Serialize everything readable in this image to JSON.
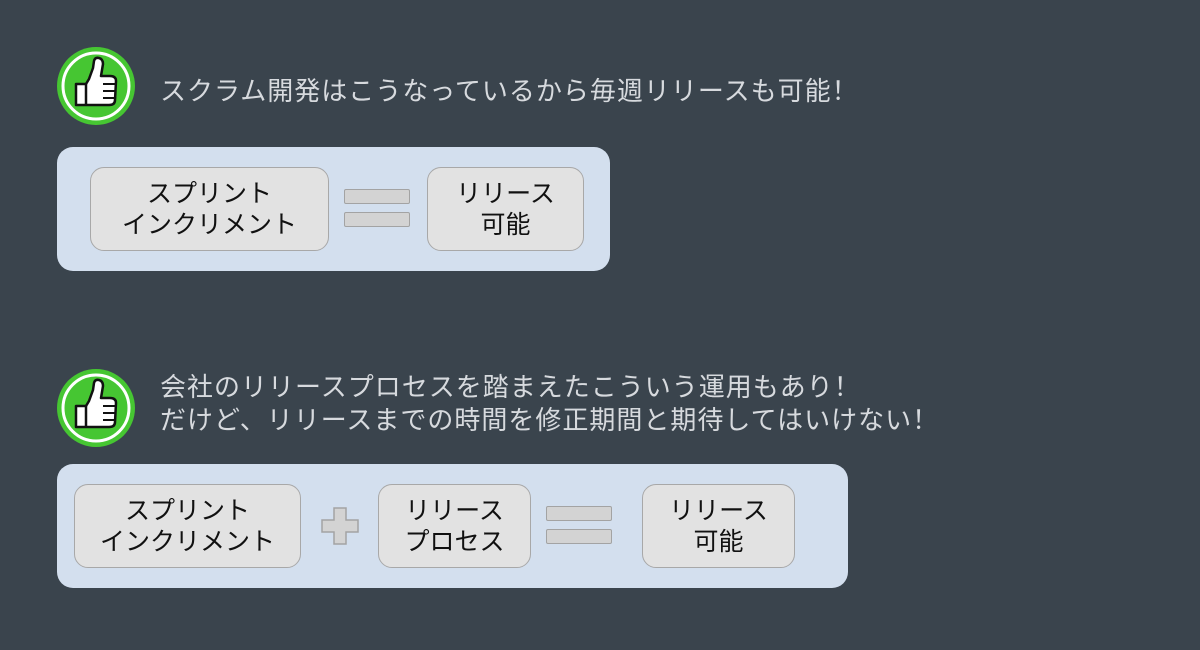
{
  "colors": {
    "background": "#3a444d",
    "panel": "#d3dfee",
    "box": "#e2e2e2",
    "icon_green": "#46c632",
    "text_light": "#d7dade"
  },
  "section1": {
    "icon": "thumbs-up-icon",
    "headline": "スクラム開発はこうなっているから毎週リリースも可能！",
    "left_box": [
      "スプリント",
      "インクリメント"
    ],
    "operator": "equals",
    "right_box": [
      "リリース",
      "可能"
    ]
  },
  "section2": {
    "icon": "thumbs-up-icon",
    "headline_lines": [
      "会社のリリースプロセスを踏まえたこういう運用もあり！",
      "だけど、リリースまでの時間を修正期間と期待してはいけない！"
    ],
    "box1": [
      "スプリント",
      "インクリメント"
    ],
    "operator1": "plus",
    "box2": [
      "リリース",
      "プロセス"
    ],
    "operator2": "equals",
    "box3": [
      "リリース",
      "可能"
    ]
  }
}
